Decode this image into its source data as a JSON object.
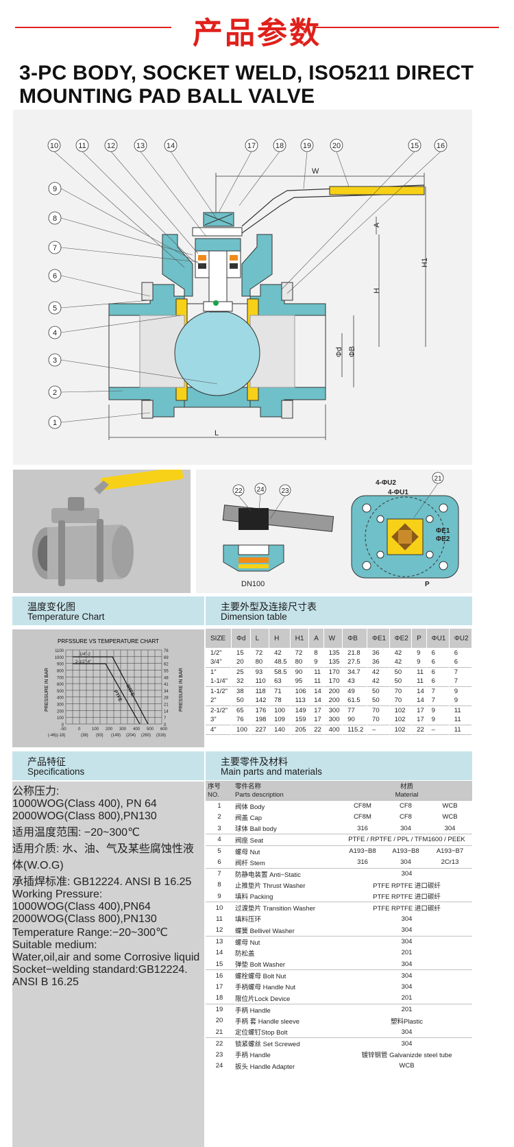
{
  "header": {
    "cn_title": "产品参数",
    "en_title_line1": "3-PC BODY, SOCKET WELD, ISO5211 DIRECT",
    "en_title_line2": "MOUNTING PAD BALL VALVE"
  },
  "drawing": {
    "callouts_top": [
      "10",
      "11",
      "12",
      "13",
      "14",
      "17",
      "18",
      "19",
      "20",
      "15",
      "16"
    ],
    "callouts_left": [
      "9",
      "8",
      "7",
      "6",
      "5",
      "4",
      "3",
      "2",
      "1"
    ],
    "dims": {
      "w": "W",
      "a": "A",
      "h": "H",
      "h1": "H1",
      "d": "Φd",
      "b": "ΦB",
      "l": "L"
    }
  },
  "detail": {
    "callouts": [
      "22",
      "24",
      "23",
      "21"
    ],
    "dn_label": "DN100",
    "u2": "4-ΦU2",
    "u1": "4-ΦU1",
    "e1": "ΦE1",
    "e2": "ΦE2",
    "p": "P"
  },
  "temperature": {
    "cn": "温度变化图",
    "en": "Temperature Chart",
    "chart_title": "PRFSSURE VS TEMPERATURE CHART",
    "ylabel_left": "PRESSURE IN BAR",
    "ylabel_right": "PRESSURE IN BAR",
    "left_ticks": [
      "1100",
      "1000",
      "900",
      "800",
      "700",
      "600",
      "500",
      "400",
      "300",
      "200",
      "100",
      "0"
    ],
    "right_ticks": [
      "76",
      "69",
      "62",
      "55",
      "48",
      "41",
      "34",
      "28",
      "21",
      "14",
      "7",
      "0"
    ],
    "x_ticks_top": [
      "-50",
      "0",
      "100",
      "200",
      "300",
      "400",
      "500",
      "600"
    ],
    "x_ticks_bottom": [
      "(-46)(-18)",
      "(38)",
      "(93)",
      "(149)",
      "(204)",
      "(260)",
      "(316)"
    ],
    "size_labels": [
      "1/4\"-2",
      "2-1/2\"-4\""
    ],
    "series_labels": [
      "RTFE",
      "PTFE"
    ]
  },
  "dimension": {
    "cn": "主要外型及连接尺寸表",
    "en": "Dimension table",
    "headers": [
      "SIZE",
      "Φd",
      "L",
      "H",
      "H1",
      "A",
      "W",
      "ΦB",
      "ΦE1",
      "ΦE2",
      "P",
      "ΦU1",
      "ΦU2"
    ],
    "rows": [
      [
        "1/2\"",
        "15",
        "72",
        "42",
        "72",
        "8",
        "135",
        "21.8",
        "36",
        "42",
        "9",
        "6",
        "6"
      ],
      [
        "3/4\"",
        "20",
        "80",
        "48.5",
        "80",
        "9",
        "135",
        "27.5",
        "36",
        "42",
        "9",
        "6",
        "6"
      ],
      [
        "1\"",
        "25",
        "93",
        "58.5",
        "90",
        "11",
        "170",
        "34.7",
        "42",
        "50",
        "11",
        "6",
        "7"
      ],
      [
        "1-1/4\"",
        "32",
        "110",
        "63",
        "95",
        "11",
        "170",
        "43",
        "42",
        "50",
        "11",
        "6",
        "7"
      ],
      [
        "1-1/2\"",
        "38",
        "118",
        "71",
        "106",
        "14",
        "200",
        "49",
        "50",
        "70",
        "14",
        "7",
        "9"
      ],
      [
        "2\"",
        "50",
        "142",
        "78",
        "113",
        "14",
        "200",
        "61.5",
        "50",
        "70",
        "14",
        "7",
        "9"
      ],
      [
        "2-1/2\"",
        "65",
        "176",
        "100",
        "149",
        "17",
        "300",
        "77",
        "70",
        "102",
        "17",
        "9",
        "11"
      ],
      [
        "3\"",
        "76",
        "198",
        "109",
        "159",
        "17",
        "300",
        "90",
        "70",
        "102",
        "17",
        "9",
        "11"
      ],
      [
        "4\"",
        "100",
        "227",
        "140",
        "205",
        "22",
        "400",
        "115.2",
        "–",
        "102",
        "22",
        "–",
        "11"
      ]
    ]
  },
  "specifications": {
    "cn": "产品特征",
    "en": "Specifications",
    "lines_cn": [
      "公称压力:",
      "1000WOG(Class 400), PN 64",
      "2000WOG(Class 800),PN130",
      "适用温度范围: −20~300℃",
      "适用介质: 水、油、气及某些腐蚀性液体(W.O.G)",
      "承插焊标准: GB12224. ANSI B 16.25"
    ],
    "lines_en": [
      "Working Pressure:",
      "1000WOG(Class 400),PN64",
      "2000WOG(Class 800),PN130",
      "Temperature Range:−20~300℃",
      "Suitable medium:",
      "Water,oil,air and some Corrosive liquid",
      "Socket−welding standard:GB12224. ANSI B 16.25"
    ]
  },
  "parts": {
    "cn": "主要零件及材料",
    "en": "Main parts and materials",
    "headers": {
      "no_cn": "序号",
      "no_en": "NO.",
      "name_cn": "零件名称",
      "name_en": "Parts  description",
      "mat_cn": "材质",
      "mat_en": "Material"
    },
    "rows": [
      {
        "no": "1",
        "name": "阀体 Body",
        "m": [
          "CF8M",
          "CF8",
          "WCB"
        ]
      },
      {
        "no": "2",
        "name": "阀盖 Cap",
        "m": [
          "CF8M",
          "CF8",
          "WCB"
        ]
      },
      {
        "no": "3",
        "name": "球体 Ball body",
        "m": [
          "316",
          "304",
          "304"
        ]
      },
      {
        "no": "4",
        "name": "阀座 Seat",
        "m": [
          "PTFE / RPTFE / PPL / TFM1600 / PEEK"
        ]
      },
      {
        "no": "5",
        "name": "螺母 Nut",
        "m": [
          "A193−B8",
          "A193−B8",
          "A193−B7"
        ]
      },
      {
        "no": "6",
        "name": "阀杆 Stem",
        "m": [
          "316",
          "304",
          "2Cr13"
        ]
      },
      {
        "no": "7",
        "name": "防静电装置 Anti−Static",
        "m": [
          "304"
        ]
      },
      {
        "no": "8",
        "name": "止推垫片 Thrust Washer",
        "m": [
          "PTFE  RPTFE 进口碳纤"
        ]
      },
      {
        "no": "9",
        "name": "填料 Packing",
        "m": [
          "PTFE  RPTFE 进口碳纤"
        ]
      },
      {
        "no": "10",
        "name": "过渡垫片 Transition Washer",
        "m": [
          "PTFE  RPTFE 进口碳纤"
        ]
      },
      {
        "no": "11",
        "name": "填料压环",
        "m": [
          "304"
        ]
      },
      {
        "no": "12",
        "name": "蝶簧 Bellivel Washer",
        "m": [
          "304"
        ]
      },
      {
        "no": "13",
        "name": "螺母  Nut",
        "m": [
          "304"
        ]
      },
      {
        "no": "14",
        "name": "防松盖",
        "m": [
          "201"
        ]
      },
      {
        "no": "15",
        "name": "弹垫 Bolt Washer",
        "m": [
          "304"
        ]
      },
      {
        "no": "16",
        "name": "螺栓螺母 Bolt Nut",
        "m": [
          "304"
        ]
      },
      {
        "no": "17",
        "name": "手柄螺母 Handle Nut",
        "m": [
          "304"
        ]
      },
      {
        "no": "18",
        "name": "限位片Lock Device",
        "m": [
          "201"
        ]
      },
      {
        "no": "19",
        "name": "手柄  Handle",
        "m": [
          "201"
        ]
      },
      {
        "no": "20",
        "name": "手柄 套 Handle sleeve",
        "m": [
          "塑料Plastic"
        ]
      },
      {
        "no": "21",
        "name": "定位螺钉Stop Bolt",
        "m": [
          "304"
        ]
      },
      {
        "no": "22",
        "name": "锁紧螺丝 Set Screwed",
        "m": [
          "304"
        ]
      },
      {
        "no": "23",
        "name": "手柄  Handle",
        "m": [
          "镀锌钢管 Galvanizde steel tube"
        ]
      },
      {
        "no": "24",
        "name": "扳头 Handle Adapter",
        "m": [
          "WCB"
        ]
      }
    ]
  },
  "colors": {
    "accent": "#e0201b",
    "body": "#6fc0c8",
    "seat": "#f7d117",
    "ball": "#9fd9e3",
    "bar": "#c6e3ea"
  }
}
